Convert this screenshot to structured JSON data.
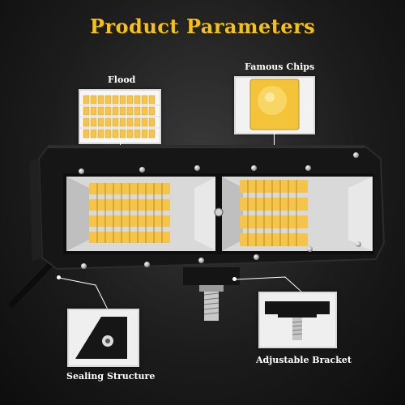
{
  "title": "Product Parameters",
  "labels": {
    "flood": "Flood",
    "famous_chips": "Famous Chips",
    "adjustable_bracket": "Adjustable Bracket",
    "sealing_structure": "Sealing Structure"
  },
  "colors": {
    "title": "#f2c21b",
    "led_amber": "#f5c44a",
    "background": "#1c1c1c"
  }
}
